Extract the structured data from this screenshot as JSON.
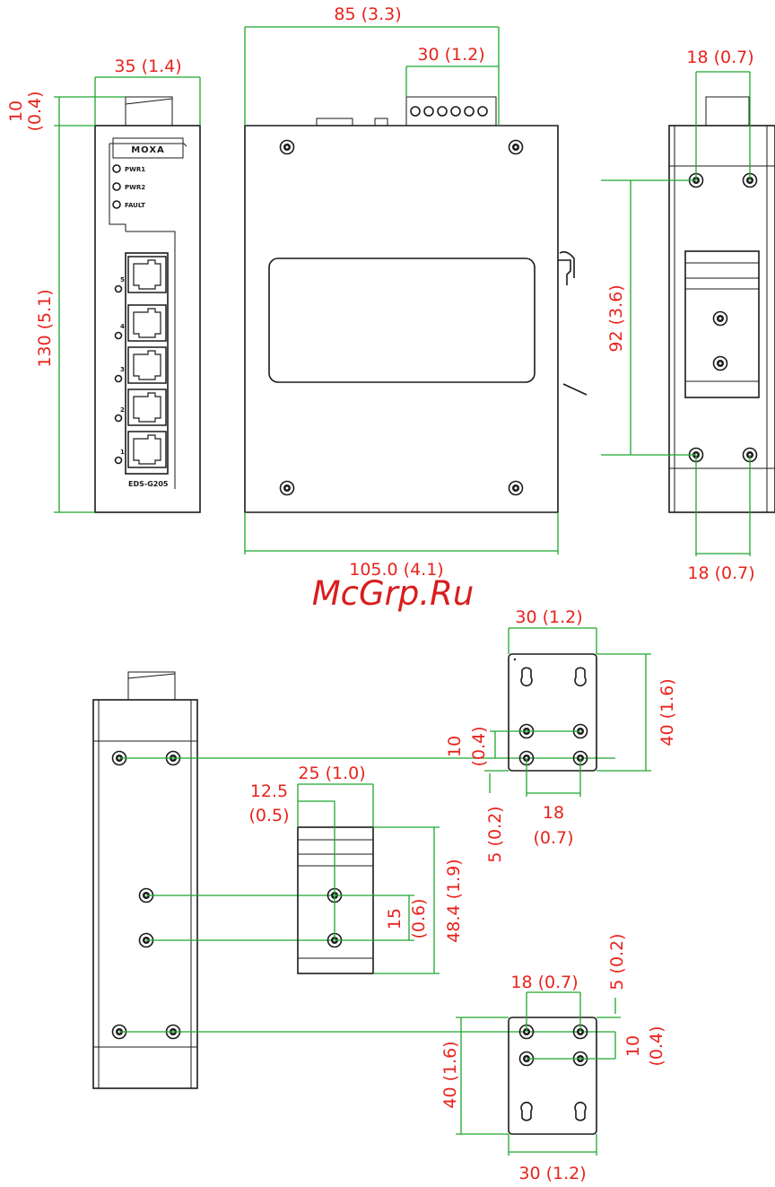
{
  "device": {
    "brand": "MOXA",
    "model": "EDS-G205",
    "leds": [
      "PWR1",
      "PWR2",
      "FAULT"
    ],
    "ports": [
      "5",
      "4",
      "3",
      "2",
      "1"
    ]
  },
  "watermark": "McGrp.Ru",
  "dimensions": {
    "front_width": "35 (1.4)",
    "top_connector_h1": "10",
    "top_connector_h2": "(0.4)",
    "front_height": "130 (5.1)",
    "side_width": "85 (3.3)",
    "terminal_width": "30 (1.2)",
    "side_depth": "105.0 (4.1)",
    "rear_top_spacing": "18 (0.7)",
    "rear_hole_spacing": "92 (3.6)",
    "rear_bottom_spacing": "18 (0.7)",
    "wall_top_width": "30 (1.2)",
    "wall_top_height": "40 (1.6)",
    "wall_top_gap1": "10",
    "wall_top_gap2": "(0.4)",
    "wall_top_edge": "5 (0.2)",
    "wall_top_pitch1": "18",
    "wall_top_pitch2": "(0.7)",
    "din_width": "25 (1.0)",
    "din_offset1": "12.5",
    "din_offset2": "(0.5)",
    "din_gap1": "15",
    "din_gap2": "(0.6)",
    "din_height": "48.4 (1.9)",
    "wall_bot_edge": "5 (0.2)",
    "wall_bot_pitch": "18 (0.7)",
    "wall_bot_gap1": "10",
    "wall_bot_gap2": "(0.4)",
    "wall_bot_height": "40 (1.6)",
    "wall_bot_width": "30 (1.2)"
  }
}
